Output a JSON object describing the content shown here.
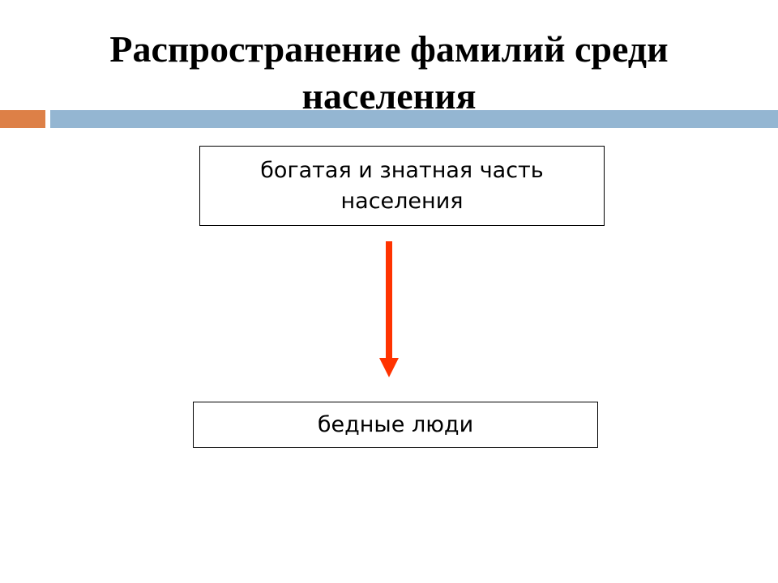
{
  "slide": {
    "title": "Распространение фамилий среди населения"
  },
  "diagram": {
    "top_box_label": "богатая и знатная часть населения",
    "bottom_box_label": "бедные люди"
  },
  "colors": {
    "accent_orange": "#dd8047",
    "accent_blue": "#94b6d2",
    "arrow": "#ff3300"
  }
}
